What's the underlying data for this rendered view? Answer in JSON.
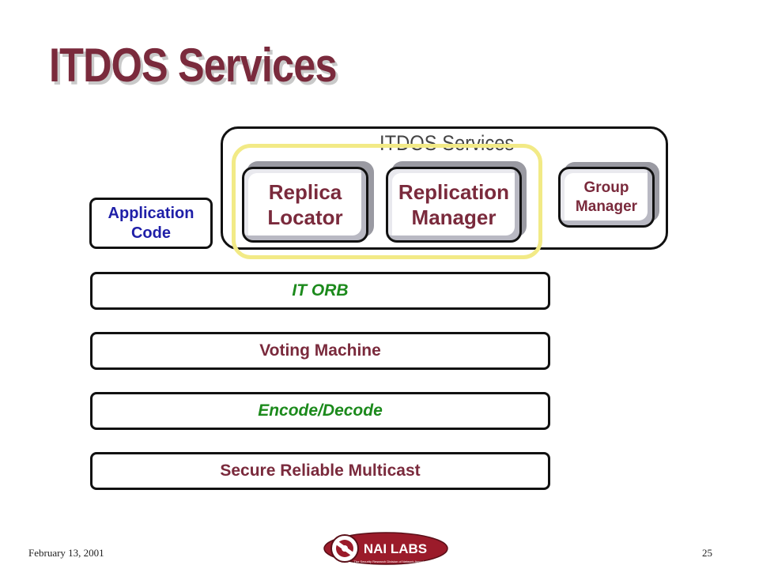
{
  "slide": {
    "title": "ITDOS Services",
    "footer_date": "February 13, 2001",
    "page_number": "25"
  },
  "services_group": {
    "label": "ITDOS Services",
    "services": [
      {
        "label": "Replica\nLocator"
      },
      {
        "label": "Replication\nManager"
      },
      {
        "label": "Group\nManager"
      }
    ]
  },
  "application_code": {
    "label": "Application\nCode"
  },
  "layers": [
    {
      "label": "IT ORB",
      "color": "#1c8a1c",
      "italic": true
    },
    {
      "label": "Voting Machine",
      "color": "#7a2a3c",
      "italic": false
    },
    {
      "label": "Encode/Decode",
      "color": "#1c8a1c",
      "italic": true
    },
    {
      "label": "Secure Reliable Multicast",
      "color": "#7a2a3c",
      "italic": false
    }
  ],
  "logo": {
    "brand": "NAI LABS",
    "tagline": "The Security Research Division of Network Associates, Inc."
  },
  "colors": {
    "title": "#7a2a3c",
    "highlight": "#f2ea86",
    "app_text": "#1f1fa8",
    "logo_red": "#9b1b2a"
  }
}
